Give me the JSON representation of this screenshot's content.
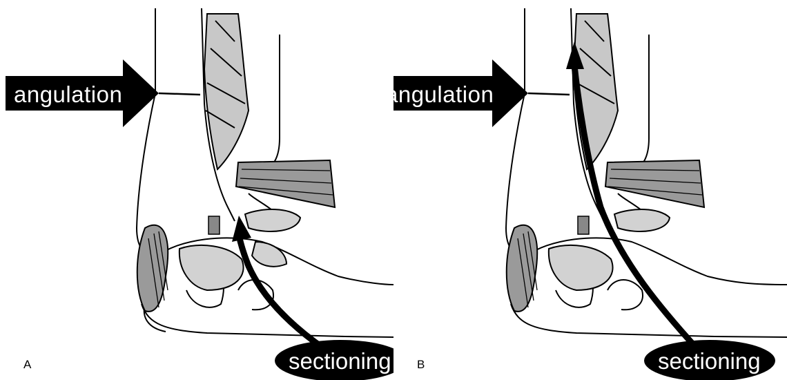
{
  "panels": [
    {
      "letter": "A",
      "angulation_label": "angulation",
      "sectioning_label": "sectioning"
    },
    {
      "letter": "B",
      "angulation_label": "angulation",
      "sectioning_label": "sectioning"
    }
  ],
  "colors": {
    "ink": "#000000",
    "tissue_gray": "#c8c8c8",
    "dark_gray": "#8a8a8a"
  }
}
